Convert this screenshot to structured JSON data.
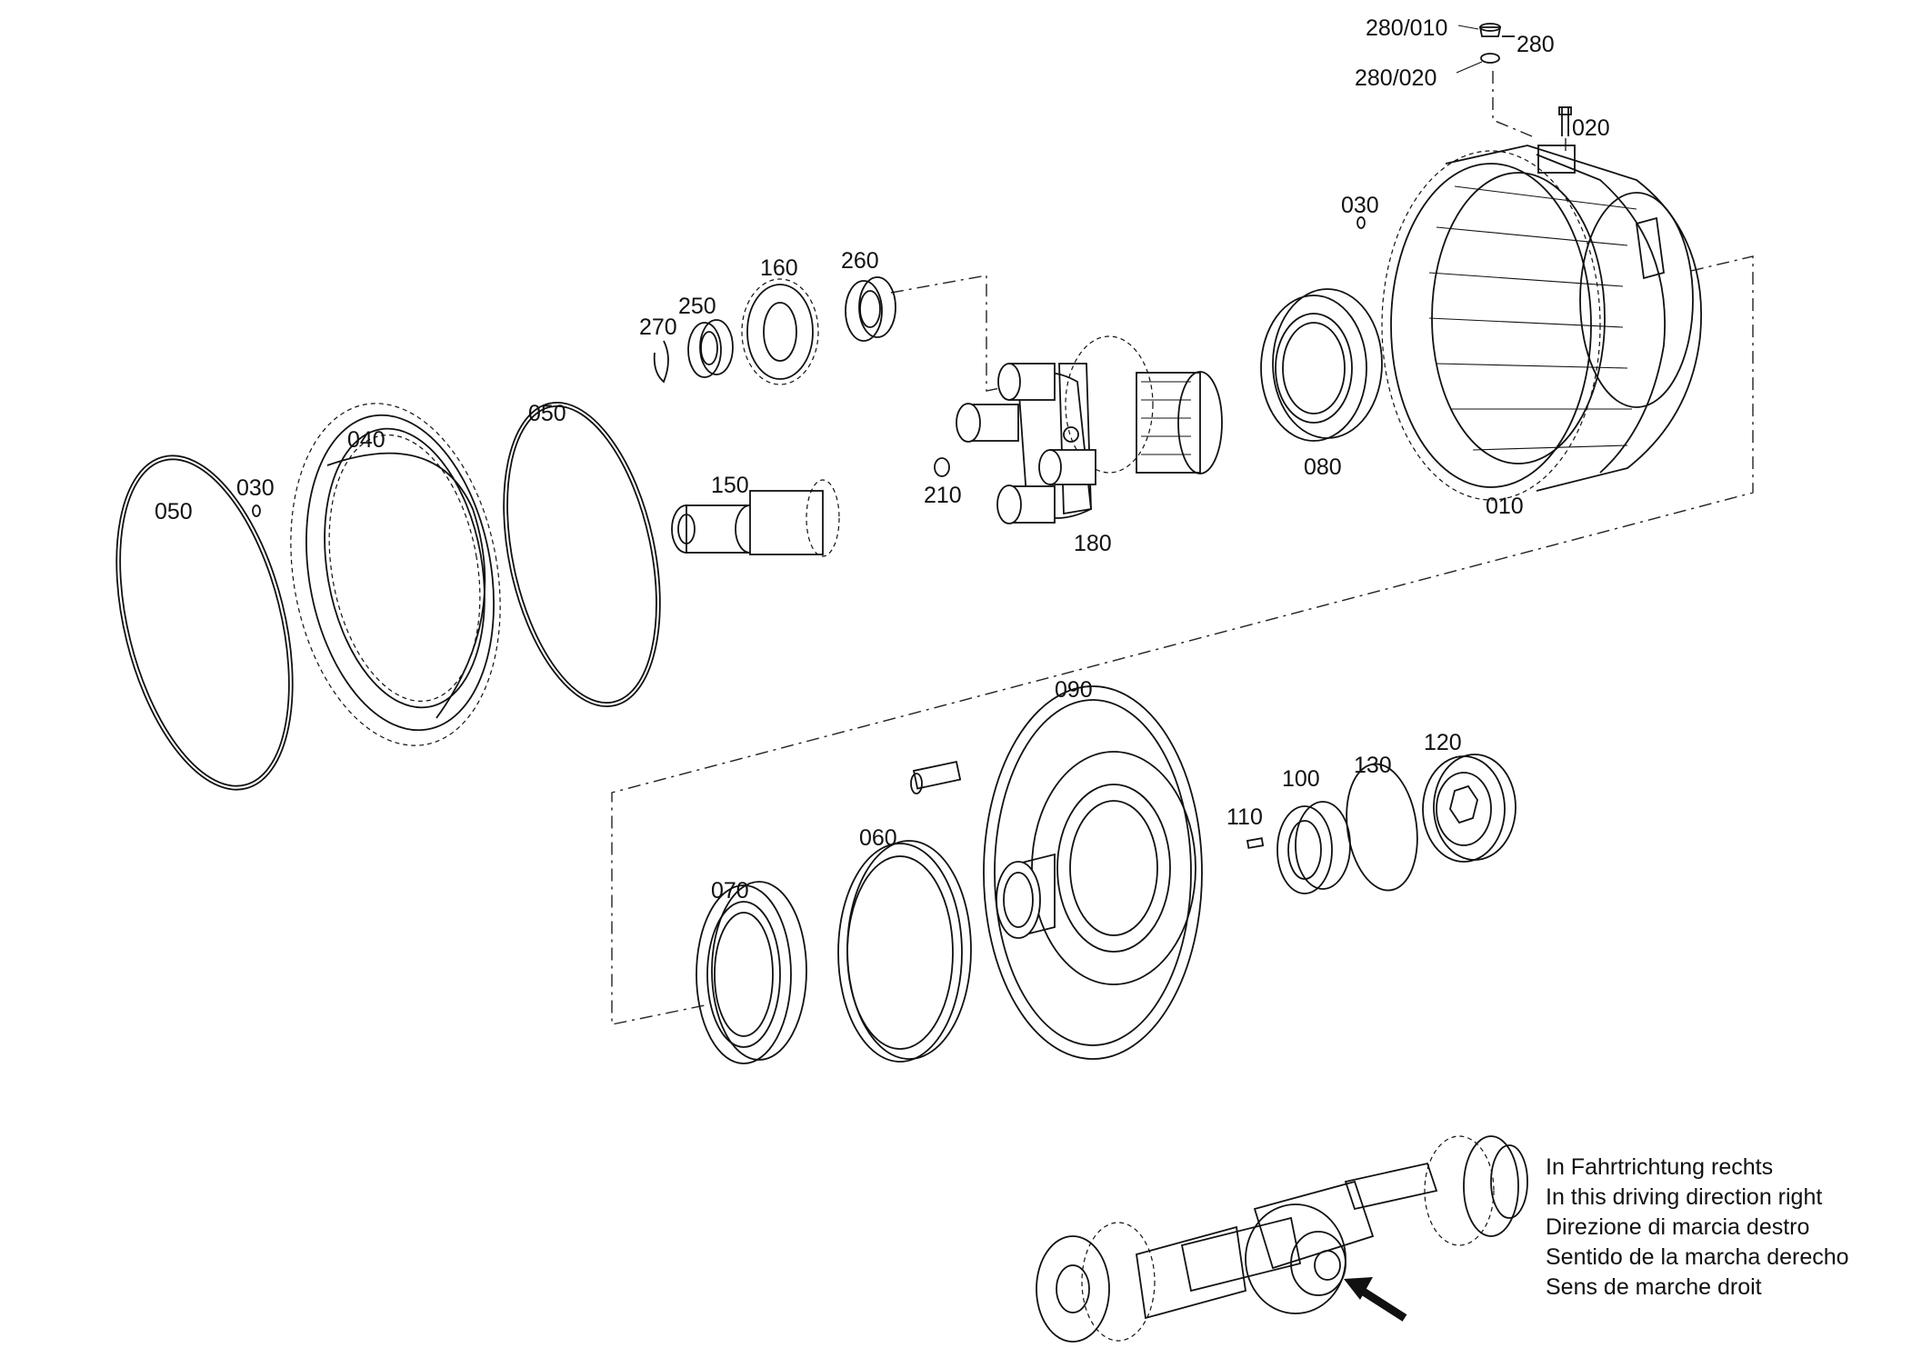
{
  "parts": {
    "p280_010": "280/010",
    "p280": "280",
    "p280_020": "280/020",
    "p020": "020",
    "p030_top": "030",
    "p160": "160",
    "p260": "260",
    "p250": "250",
    "p270": "270",
    "p040": "040",
    "p050_left": "050",
    "p030_left": "030",
    "p050_mid": "050",
    "p150": "150",
    "p210": "210",
    "p180": "180",
    "p080": "080",
    "p010": "010",
    "p090": "090",
    "p070": "070",
    "p060": "060",
    "p110": "110",
    "p100": "100",
    "p130": "130",
    "p120": "120"
  },
  "direction_note": {
    "de": "In Fahrtrichtung rechts",
    "en": "In this driving direction right",
    "it": "Direzione di marcia destro",
    "es": "Sentido de la marcha derecho",
    "fr": "Sens de marche droit"
  },
  "icons": {
    "locator_arrow": "arrow-icon"
  }
}
